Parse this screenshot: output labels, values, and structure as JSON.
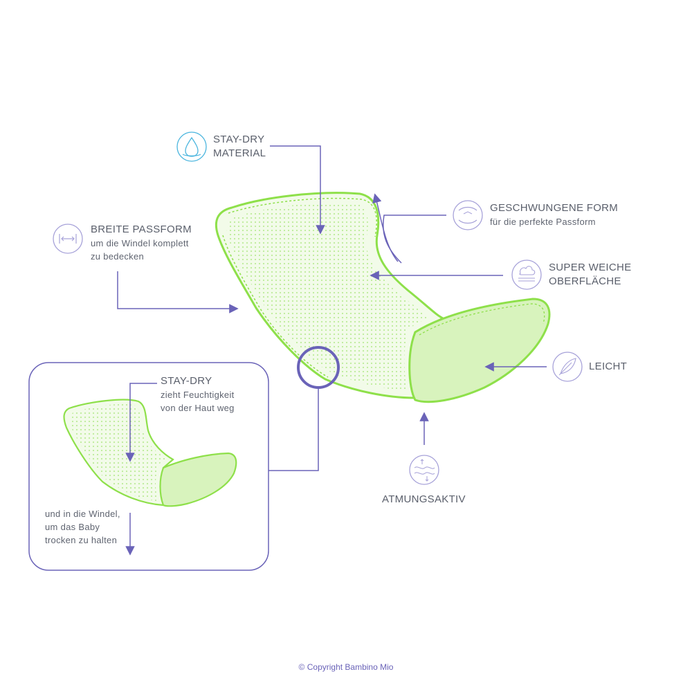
{
  "colors": {
    "purple": "#6a63b8",
    "green": "#8ee04a",
    "green_fill": "#d8f3bd",
    "text": "#5a5f6b"
  },
  "labels": {
    "stay_dry_material": {
      "title_1": "STAY-DRY",
      "title_2": "MATERIAL",
      "icon": "water-drop-icon"
    },
    "breite_passform": {
      "title": "BREITE PASSFORM",
      "sub_1": "um die Windel komplett",
      "sub_2": "zu bedecken",
      "icon": "width-arrows-icon"
    },
    "geschwungene_form": {
      "title": "GESCHWUNGENE FORM",
      "sub": "für die perfekte Passform",
      "icon": "curved-shape-icon"
    },
    "super_weiche": {
      "title_1": "SUPER WEICHE",
      "title_2": "OBERFLÄCHE",
      "icon": "cloud-layers-icon"
    },
    "leicht": {
      "title": "LEICHT",
      "icon": "feather-icon"
    },
    "atmungsaktiv": {
      "title": "ATMUNGSAKTIV",
      "icon": "airflow-icon"
    }
  },
  "inset": {
    "top": {
      "title": "STAY-DRY",
      "sub_1": "zieht Feuchtigkeit",
      "sub_2": "von der Haut weg"
    },
    "bottom": {
      "line_1": "und in die Windel,",
      "line_2": "um das Baby",
      "line_3": "trocken zu halten"
    }
  },
  "copyright": "© Copyright Bambino Mio"
}
